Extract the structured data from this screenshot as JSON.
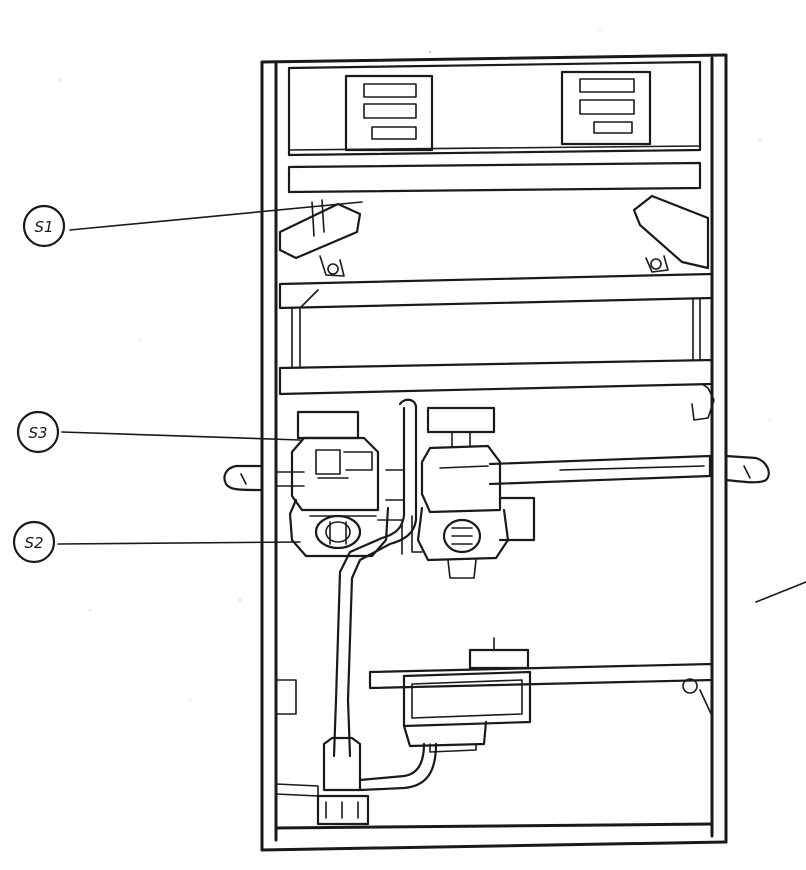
{
  "diagram": {
    "callouts": [
      {
        "id": "s1",
        "label": "S1"
      },
      {
        "id": "s3",
        "label": "S3"
      },
      {
        "id": "s2",
        "label": "S2"
      }
    ]
  }
}
